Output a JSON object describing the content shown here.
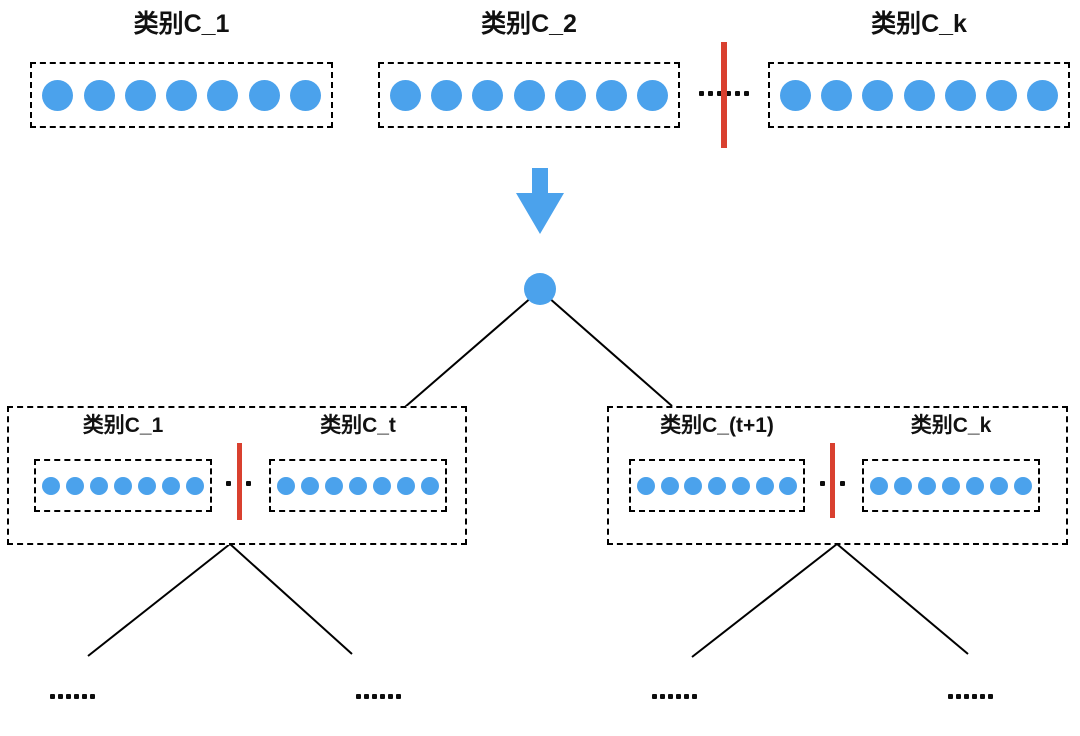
{
  "colors": {
    "node_blue": "#4ba2ec",
    "divider_red": "#d9402f",
    "edge_black": "#000000"
  },
  "top_row": {
    "groups": [
      {
        "label": "类别C_1",
        "sample_count": 7
      },
      {
        "label": "类别C_2",
        "sample_count": 7
      },
      {
        "label": "类别C_k",
        "sample_count": 7
      }
    ],
    "separator": {
      "text": "......",
      "dots": 6
    }
  },
  "root_node": {
    "shape": "circle"
  },
  "level2": {
    "left_box": {
      "groups": [
        {
          "label": "类别C_1",
          "sample_count": 7
        },
        {
          "label": "类别C_t",
          "sample_count": 7
        }
      ],
      "separator": {
        "text": "· ·",
        "dots": 2
      }
    },
    "right_box": {
      "groups": [
        {
          "label": "类别C_(t+1)",
          "sample_count": 7
        },
        {
          "label": "类别C_k",
          "sample_count": 7
        }
      ],
      "separator": {
        "text": "· ·",
        "dots": 2
      }
    }
  },
  "bottom": {
    "ellipses": [
      {
        "text": "......",
        "dots": 6
      },
      {
        "text": "......",
        "dots": 6
      },
      {
        "text": "......",
        "dots": 6
      },
      {
        "text": "......",
        "dots": 6
      }
    ]
  }
}
